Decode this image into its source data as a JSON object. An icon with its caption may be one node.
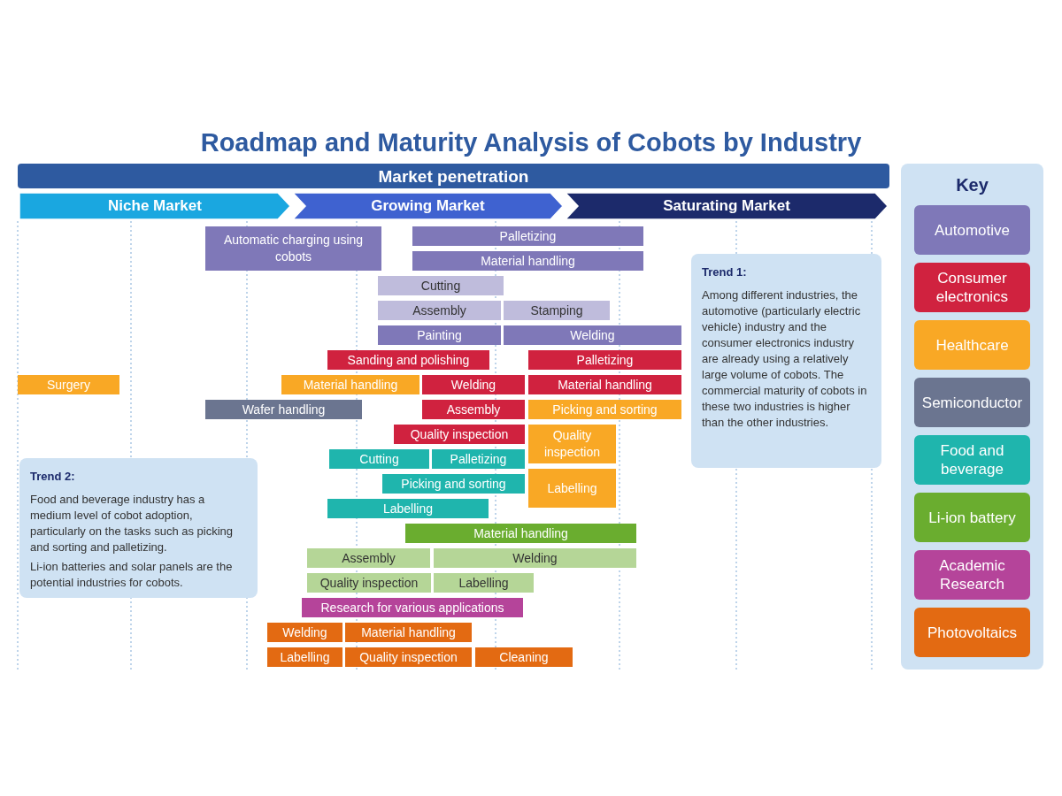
{
  "diagram": {
    "title": "Roadmap and Maturity Analysis of Cobots by Industry",
    "nodes": [
      {
        "text": [
          "Market penetration"
        ]
      },
      {
        "text": [
          "Niche Market"
        ]
      },
      {
        "text": [
          "Growing Market"
        ]
      },
      {
        "text": [
          "Saturating Market"
        ]
      },
      {
        "text": [
          "Automatic charging using cobots"
        ]
      },
      {
        "text": [
          "Palletizing"
        ]
      },
      {
        "text": [
          "Material handling"
        ]
      },
      {
        "text": [
          "Cutting"
        ]
      },
      {
        "text": [
          "Assembly"
        ]
      },
      {
        "text": [
          "Stamping"
        ]
      },
      {
        "text": [
          "Painting"
        ]
      },
      {
        "text": [
          "Welding"
        ]
      },
      {
        "text": [
          "Sanding and polishing"
        ]
      },
      {
        "text": [
          "Palletizing"
        ]
      },
      {
        "text": [
          "Surgery"
        ]
      },
      {
        "text": [
          "Material handling"
        ]
      },
      {
        "text": [
          "Welding"
        ]
      },
      {
        "text": [
          "Material handling"
        ]
      },
      {
        "text": [
          "Wafer handling"
        ]
      },
      {
        "text": [
          "Assembly"
        ]
      },
      {
        "text": [
          "Picking and sorting"
        ]
      },
      {
        "text": [
          "Quality inspection"
        ]
      },
      {
        "text": [
          "Quality inspection"
        ]
      },
      {
        "text": [
          "Cutting"
        ]
      },
      {
        "text": [
          "Palletizing"
        ]
      },
      {
        "text": [
          "Picking and sorting"
        ]
      },
      {
        "text": [
          "Labelling"
        ]
      },
      {
        "text": [
          "Labelling"
        ]
      },
      {
        "text": [
          "Material handling"
        ]
      },
      {
        "text": [
          "Assembly"
        ]
      },
      {
        "text": [
          "Welding"
        ]
      },
      {
        "text": [
          "Quality inspection"
        ]
      },
      {
        "text": [
          "Labelling"
        ]
      },
      {
        "text": [
          "Research for various applications"
        ]
      },
      {
        "text": [
          "Welding"
        ]
      },
      {
        "text": [
          "Material handling"
        ]
      },
      {
        "text": [
          "Labelling"
        ]
      },
      {
        "text": [
          "Quality inspection"
        ]
      },
      {
        "text": [
          "Cleaning"
        ]
      },
      {
        "text": [
          "Trend 1:",
          "Among different industries, the automotive (particularly electric vehicle) industry and the consumer electronics industry are already using a relatively large volume of cobots. The commercial maturity of cobots in these two industries is higher than the other industries."
        ]
      },
      {
        "text": [
          "Trend 2:",
          "Food and beverage industry has a medium level of cobot adoption, particularly on the tasks such as picking and sorting and palletizing.",
          "Li-ion batteries and solar panels are the potential industries for cobots."
        ]
      }
    ],
    "labels": [
      "Key"
    ],
    "legend": [
      {
        "text": "Automotive",
        "color": "#7f78b8"
      },
      {
        "text": "Consumer electronics",
        "color": "#d0223f"
      },
      {
        "text": "Healthcare",
        "color": "#f9a825"
      },
      {
        "text": "Semiconductor",
        "color": "#6b7590"
      },
      {
        "text": "Food and beverage",
        "color": "#1fb5ad"
      },
      {
        "text": "Li-ion battery",
        "color": "#6aad2f"
      },
      {
        "text": "Academic Research",
        "color": "#b5449a"
      },
      {
        "text": "Photovoltaics",
        "color": "#e36a12"
      }
    ]
  }
}
